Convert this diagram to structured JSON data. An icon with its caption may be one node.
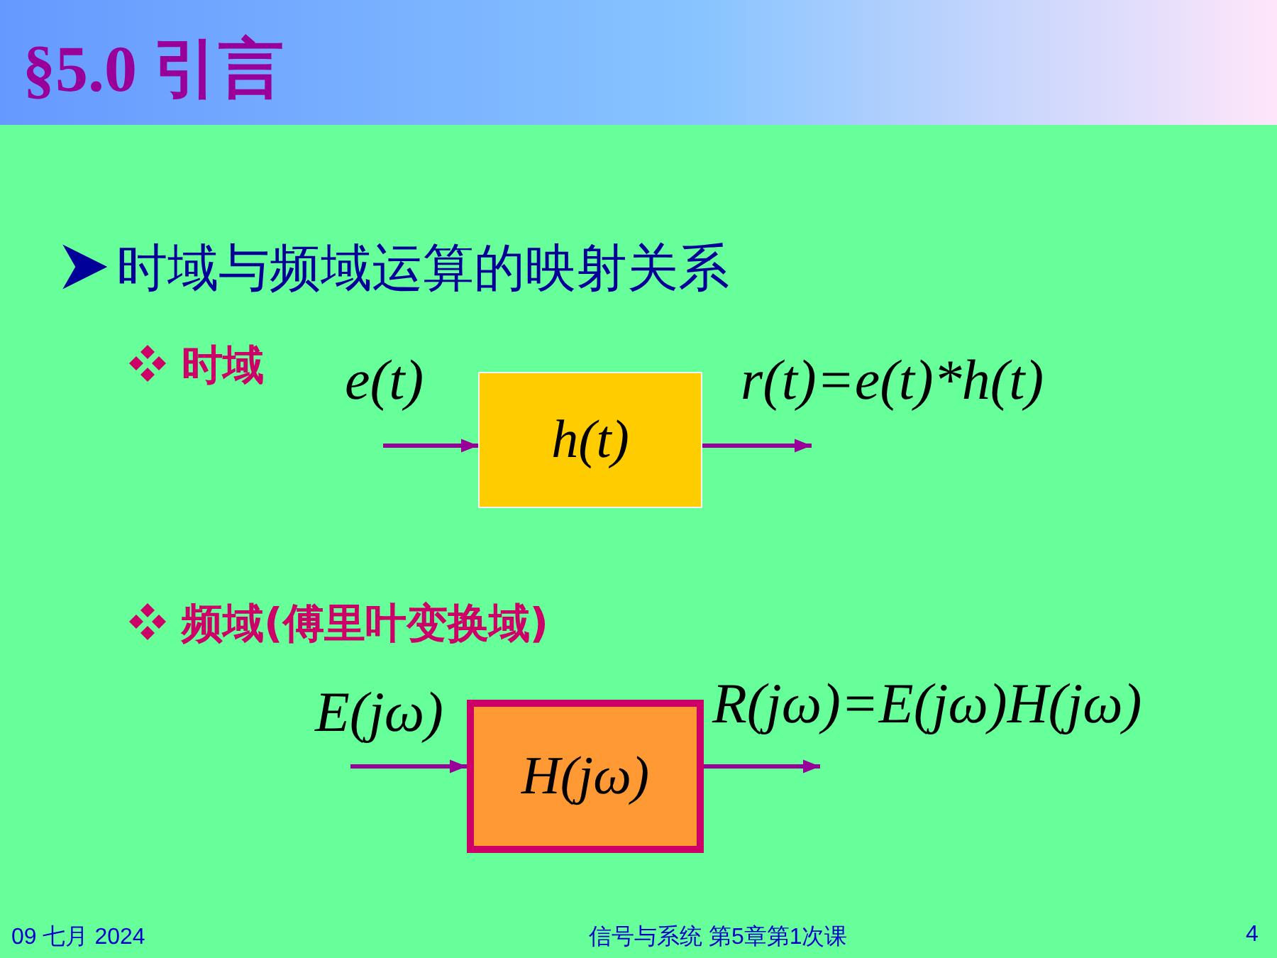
{
  "diagram": {
    "title": "§5.0 引言",
    "nodes": [
      {
        "text": [
          "h(t)"
        ]
      },
      {
        "text": [
          "H(jω)"
        ]
      }
    ],
    "edges": [
      {
        "from": null,
        "to": 0,
        "arrow": "to",
        "label": "e(t)"
      },
      {
        "from": 0,
        "to": null,
        "arrow": "to",
        "label": "r(t)=e(t)*h(t)"
      },
      {
        "from": null,
        "to": 1,
        "arrow": "to",
        "label": "E(jω)"
      },
      {
        "from": 1,
        "to": null,
        "arrow": "to",
        "label": "R(jω)=E(jω)H(jω)"
      }
    ],
    "labels": [
      "时域与频域运算的映射关系",
      "时域",
      "频域(傅里叶变换域)",
      "09 七月 2024",
      "信号与系统 第5章第1次课",
      "4"
    ]
  }
}
